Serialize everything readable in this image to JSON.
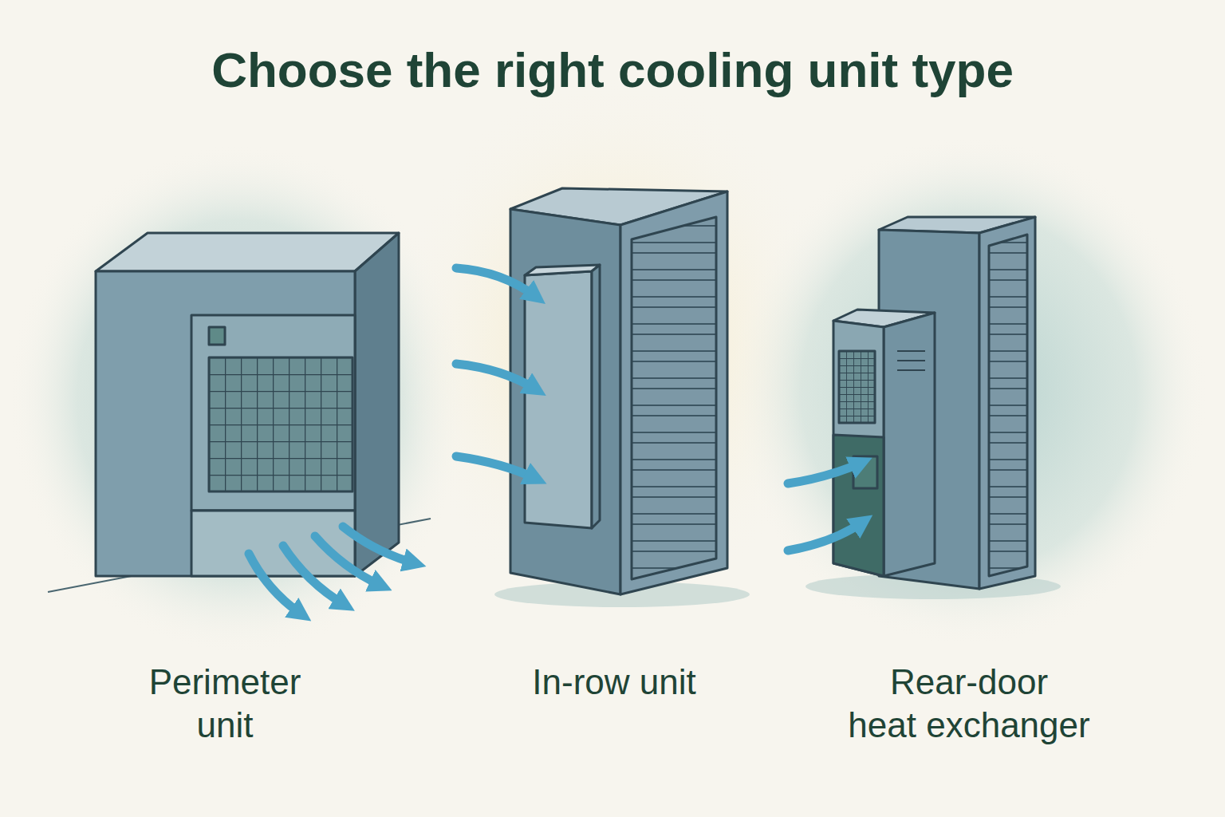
{
  "diagram": {
    "title": "Choose the right cooling unit type",
    "labels": [
      "Perimeter unit",
      "In-row unit",
      "Rear-door heat exchanger"
    ]
  }
}
